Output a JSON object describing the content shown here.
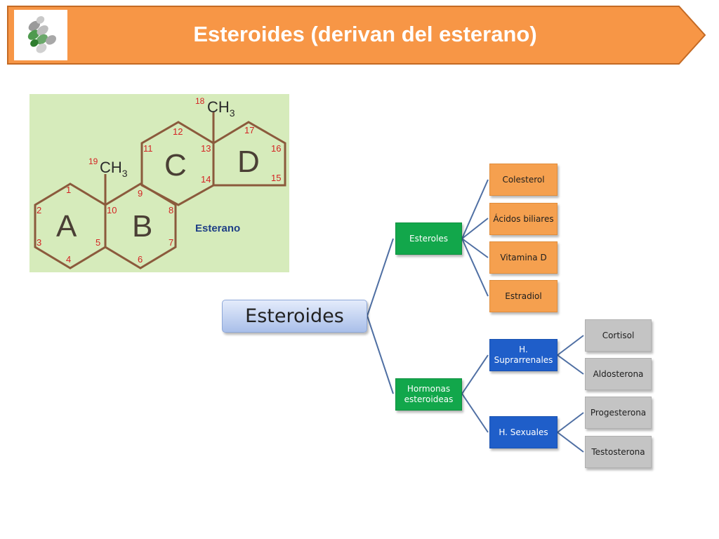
{
  "header": {
    "title": "Esteroides (derivan del esterano)",
    "logo_icon": "steroid-molecule-icon",
    "banner_color": "#f79646"
  },
  "structure": {
    "label": "Esterano",
    "ring_labels": [
      "A",
      "B",
      "C",
      "D"
    ],
    "methyl_groups": [
      {
        "number": "18",
        "formula": "CH",
        "subscript": "3"
      },
      {
        "number": "19",
        "formula": "CH",
        "subscript": "3"
      }
    ],
    "carbon_numbers": [
      "1",
      "2",
      "3",
      "4",
      "5",
      "6",
      "7",
      "8",
      "9",
      "10",
      "11",
      "12",
      "13",
      "14",
      "15",
      "16",
      "17"
    ],
    "bond_color": "#8b5a3c",
    "number_color": "#d42323"
  },
  "tree": {
    "root": "Esteroides",
    "branches": [
      {
        "label": "Esteroles",
        "children": [
          "Colesterol",
          "Ácidos biliares",
          "Vitamina D",
          "Estradiol"
        ]
      },
      {
        "label": "Hormonas esteroideas",
        "children": [
          {
            "label": "H. Suprarrenales",
            "children": [
              "Cortisol",
              "Aldosterona"
            ]
          },
          {
            "label": "H. Sexuales",
            "children": [
              "Progesterona",
              "Testosterona"
            ]
          }
        ]
      }
    ],
    "colors": {
      "root": "#a9bfe9",
      "level1": "#12a74b",
      "level2": "#1f5ec9",
      "orange_leaves": "#f5a04f",
      "gray_leaves": "#c4c4c4",
      "connector": "#4f6fa3"
    }
  }
}
